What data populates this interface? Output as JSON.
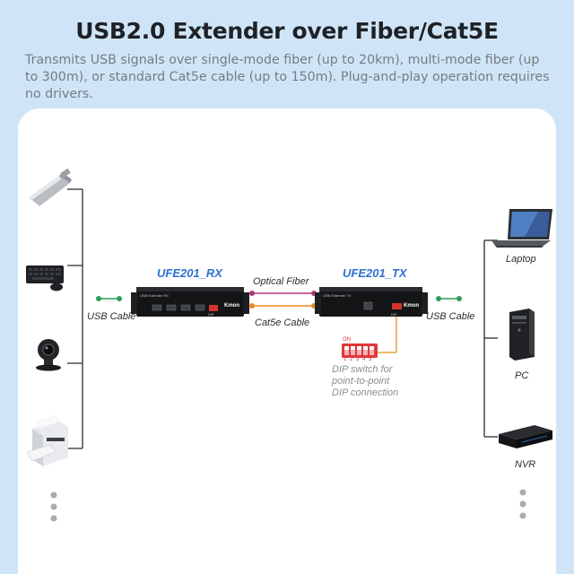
{
  "header": {
    "title": "USB2.0 Extender over Fiber/Cat5E",
    "subtitle": "Transmits USB signals over single-mode fiber (up to 20km), multi-mode fiber (up to 300m), or standard Cat5e cable (up to 150m). Plug-and-play operation requires no drivers."
  },
  "left_devices": {
    "icons": [
      "usb-flash-drive-icon",
      "keyboard-mouse-icon",
      "webcam-icon",
      "printer-icon"
    ],
    "cable_label": "USB Cable"
  },
  "receiver": {
    "name": "UFE201_RX",
    "panel_text": "USB Extender RX",
    "brand": "Kmon",
    "dip_text": "DIP"
  },
  "transmitter": {
    "name": "UFE201_TX",
    "panel_text": "USB Extender TX",
    "brand": "Kmon",
    "dip_text": "DIP"
  },
  "links": {
    "optical_label": "Optical Fiber",
    "cat5e_label": "Cat5e Cable",
    "optical_color": "#b0377a",
    "cat5e_color": "#e58a20",
    "usb_color": "#2e9e5b"
  },
  "dip_switch": {
    "on_label": "ON",
    "positions": [
      "1",
      "2",
      "3",
      "4",
      "5"
    ],
    "caption_lines": [
      "DIP switch for",
      "point-to-point",
      "DIP connection"
    ]
  },
  "right_devices": {
    "cable_label": "USB Cable",
    "items": [
      "Laptop",
      "PC",
      "NVR"
    ]
  }
}
